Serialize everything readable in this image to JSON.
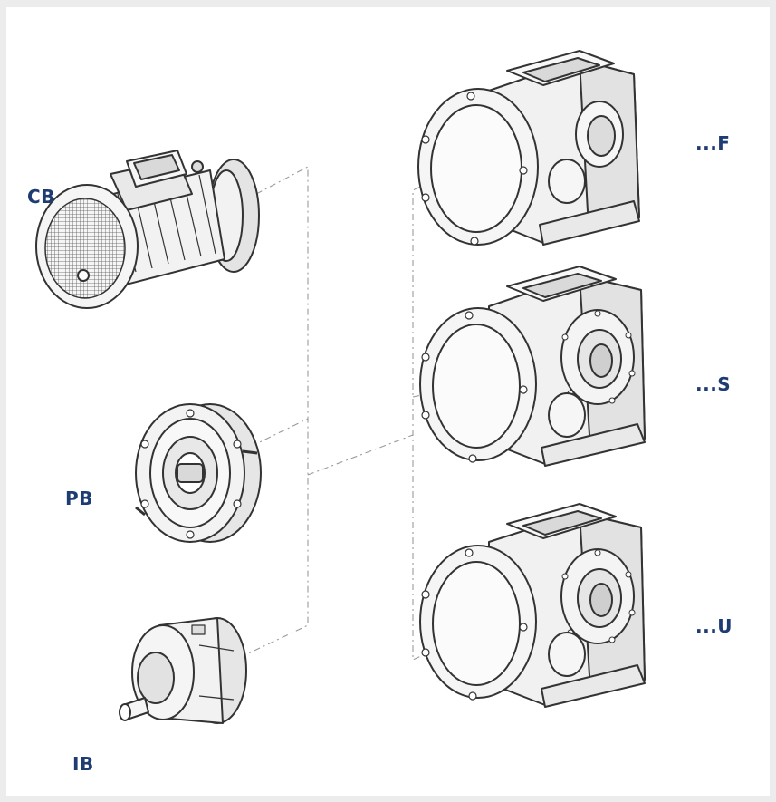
{
  "labels": {
    "cb": "CB",
    "pb": "PB",
    "ib": "IB",
    "f": "...F",
    "s": "...S",
    "u": "...U"
  },
  "components": {
    "inputs": [
      "motor",
      "motor-adapter-flange",
      "input-shaft-cover"
    ],
    "gearboxes": [
      "flange-mount-gearbox",
      "shaft-mount-gearbox",
      "universal-mount-gearbox"
    ]
  },
  "colors": {
    "label": "#1e3c72",
    "outline": "#333333",
    "fill": "#f2f2f2",
    "shade": "#d9d9d9",
    "leader": "#9a9a9a",
    "page": "#ffffff"
  }
}
